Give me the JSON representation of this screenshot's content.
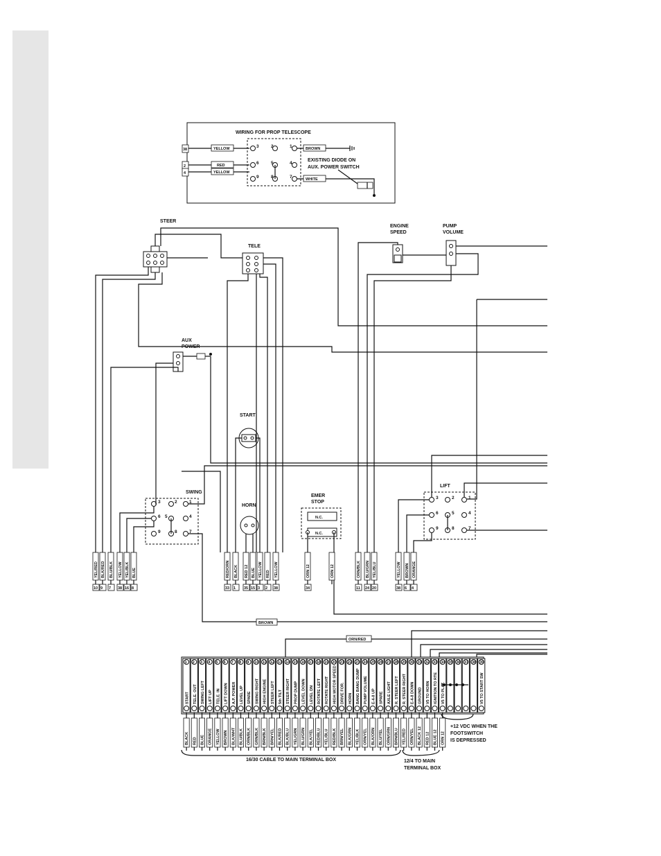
{
  "prop_telescope_box": {
    "title": "WIRING FOR PROP TELESCOPE",
    "diode_note_line1": "EXISTING DIODE ON",
    "diode_note_line2": "AUX. POWER SWITCH",
    "left_terminals": [
      "38",
      "2",
      "4"
    ],
    "wires": [
      "YELLOW",
      "RED",
      "YELLOW",
      "BROWN",
      "WHITE"
    ],
    "pins": [
      "3",
      "2",
      "1",
      "6",
      "5",
      "4",
      "9",
      "8",
      "7"
    ]
  },
  "switch_labels": {
    "steer": "STEER",
    "tele": "TELE",
    "engine_speed_1": "ENGINE",
    "engine_speed_2": "SPEED",
    "pump_volume_1": "PUMP",
    "pump_volume_2": "VOLUME",
    "aux_power_1": "AUX",
    "aux_power_2": "POWER",
    "start": "START",
    "horn": "HORN",
    "swing": "SWING",
    "emer_stop_1": "EMER",
    "emer_stop_2": "STOP",
    "lift": "LIFT",
    "nc": "N.C."
  },
  "swing_pins": [
    "3",
    "2",
    "1",
    "6",
    "5",
    "4",
    "9",
    "8",
    "7"
  ],
  "lift_pins": [
    "3",
    "2",
    "1",
    "6",
    "5",
    "4",
    "9",
    "8",
    "7"
  ],
  "wire_groups": [
    {
      "name": "steer-swing",
      "wires": [
        {
          "color": "YEL/RED",
          "terminal": "10"
        },
        {
          "color": "BLK/RED",
          "terminal": "9"
        },
        {
          "color": "BLU/BLK",
          "terminal": "7"
        },
        {
          "color": "YELLOW",
          "terminal": "38"
        },
        {
          "color": "YEL/BLK",
          "terminal": "16"
        },
        {
          "color": "BLUE",
          "terminal": "8"
        }
      ]
    },
    {
      "name": "tele-start-horn",
      "wires": [
        {
          "color": "RED/ORN",
          "terminal": "33"
        },
        {
          "color": "BLACK",
          "terminal": "1"
        },
        {
          "color": "RED 12",
          "terminal": "35"
        },
        {
          "color": "BLUE",
          "terminal": "15"
        },
        {
          "color": "YELLOW",
          "terminal": "3"
        },
        {
          "color": "RED",
          "terminal": "2"
        },
        {
          "color": "YELLOW",
          "terminal": "38"
        }
      ]
    },
    {
      "name": "emer-stop",
      "wires": [
        {
          "color": "ORN 12",
          "terminal": "34"
        },
        {
          "color": "ORN 12",
          "terminal": ""
        }
      ]
    },
    {
      "name": "engine-pump",
      "wires": [
        {
          "color": "ORN/BLK",
          "terminal": "11"
        },
        {
          "color": "BLU/GRN",
          "terminal": "24"
        },
        {
          "color": "YEL/BLU",
          "terminal": "20"
        }
      ]
    },
    {
      "name": "lift",
      "wires": [
        {
          "color": "YELLOW",
          "terminal": "38"
        },
        {
          "color": "BROWN",
          "terminal": "6"
        },
        {
          "color": "ORANGE",
          "terminal": "4"
        }
      ]
    }
  ],
  "bus_labels": {
    "brown": "BROWN",
    "orn_red": "ORN/RED"
  },
  "terminal_strip": {
    "functions": [
      "START",
      "TELE. OUT",
      "SWING LEFT",
      "LIFT UP",
      "TELE. IN",
      "LIFT DOWN",
      "A.P. POWER",
      "LEVEL UP",
      "SPARE",
      "SWING RIGHT",
      "HIGH ENGINE",
      "STEER LEFT",
      "5th TILT",
      "STEER RIGHT",
      "PROP DUMP",
      "LEVEL DOWN",
      "LEVEL DN",
      "ROTATE LEFT",
      "ROTATE RIGHT",
      "HIGH MOTOR SPEED",
      "DRIVE FOR.",
      "HORN",
      "BANG BANG DUMP",
      "PUMP VOLUME",
      "E-4-8 UP",
      "SPARE",
      "AXLE LIGHT",
      "R. STEER LEFT",
      "R. STEER RIGHT",
      "E-4-8 DOWN",
      "GROUND",
      "V5 TO HORN",
      "IGNITION TO RTE",
      "V5 TO PLAT.",
      "",
      "",
      "",
      "",
      "V5 TO START SW"
    ],
    "cable_colors": [
      "BLACK",
      "RED",
      "BLUE",
      "ORANGE",
      "YELLOW",
      "BROWN",
      "BLK/WHT",
      "BLU/BLK",
      "ORN/BLK",
      "GRN/BLK",
      "BRN/BLK",
      "BRN/YEL",
      "BLK/RED",
      "BLK/BLU",
      "YEL/GRN",
      "BLU/GRN",
      "BLK/YEL",
      "RED/BLU",
      "YEL/BLU",
      "RED/BLK",
      "BRN/YEL",
      "BLK/GRN",
      "YEL/BLK",
      "ORN/YEL",
      "BLK/ORN",
      "BLU/YEL",
      "ORN/GRN",
      "BRN/BLU",
      "YEL/RED",
      "ORN/YEL",
      "BLACK 12",
      "RED 12",
      "BLUE 12",
      "ORN 12"
    ],
    "note_line1": "+12 VDC WHEN THE",
    "note_line2": "FOOTSWITCH",
    "note_line3": "IS DEPRESSED",
    "cable_16_30": "16/30 CABLE TO MAIN TERMINAL BOX",
    "cable_12_4_line1": "12/4 TO MAIN",
    "cable_12_4_line2": "TERMINAL BOX"
  }
}
